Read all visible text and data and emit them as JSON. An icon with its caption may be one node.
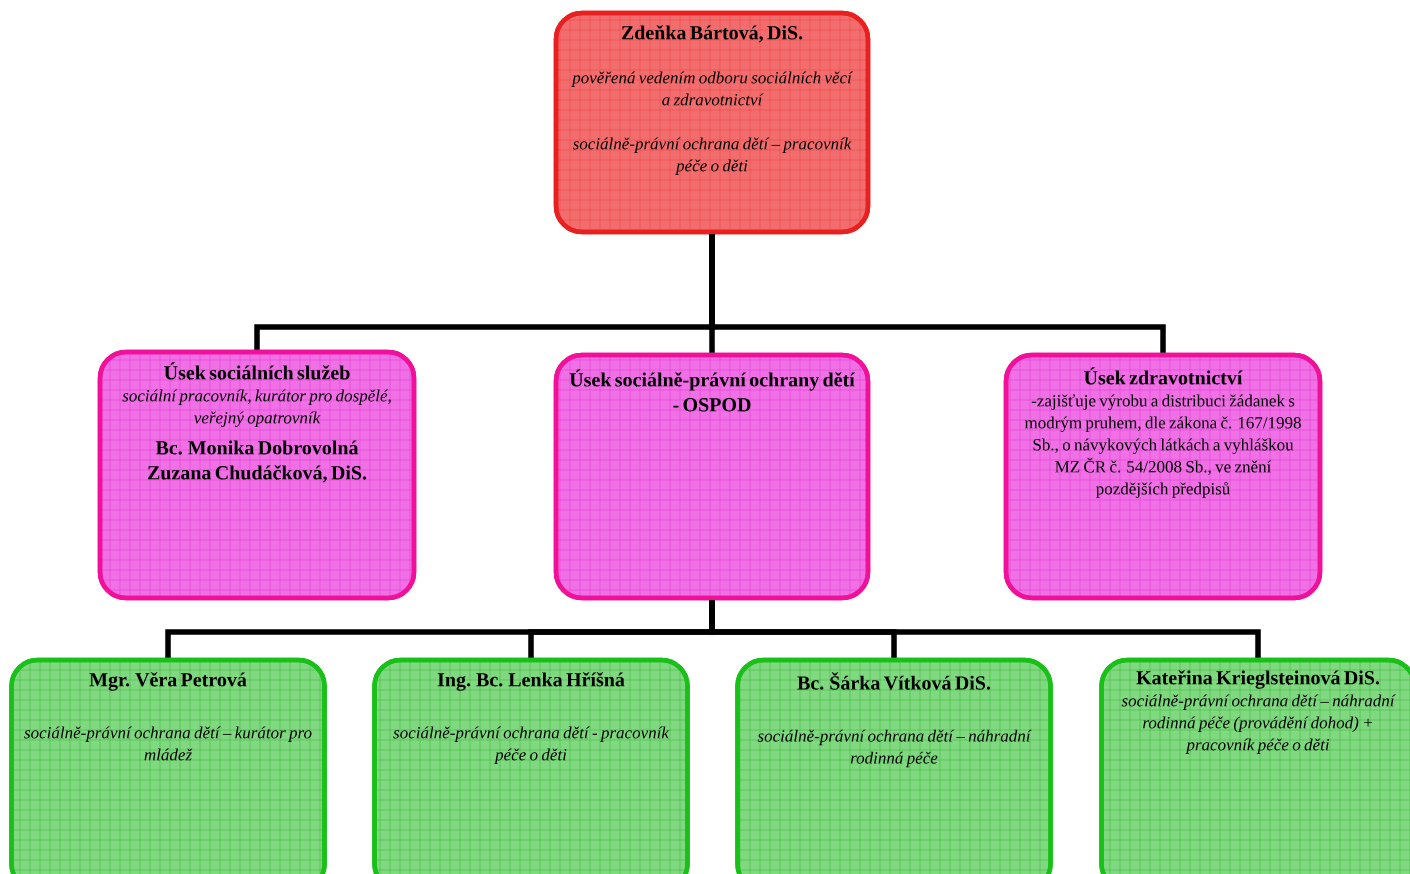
{
  "diagram": {
    "nodes": [
      {
        "text": [
          "Zdeňka Bártová, DiS.",
          "pověřená vedením odboru sociálních věcí a zdravotnictví",
          "sociálně-právní ochrana dětí – pracovník péče o děti"
        ]
      },
      {
        "text": [
          "Úsek sociálních služeb",
          "sociální pracovník, kurátor pro dospělé, veřejný opatrovník",
          "Bc. Monika Dobrovolná",
          "Zuzana Chudáčková, DiS."
        ]
      },
      {
        "text": [
          "Úsek sociálně-právní ochrany dětí - OSPOD"
        ]
      },
      {
        "text": [
          "Úsek zdravotnictví",
          "-zajišťuje výrobu a distribuci žádanek s modrým pruhem, dle zákona č. 167/1998 Sb., o návykových látkách  a vyhláškou MZ ČR č. 54/2008 Sb., ve znění pozdějších předpisů"
        ]
      },
      {
        "text": [
          "Mgr. Věra Petrová",
          "sociálně-právní ochrana dětí – kurátor pro mládež"
        ]
      },
      {
        "text": [
          "Ing. Bc. Lenka Hříšná",
          "sociálně-právní ochrana dětí - pracovník péče o děti"
        ]
      },
      {
        "text": [
          "Bc. Šárka Vítková DiS.",
          "sociálně-právní ochrana dětí – náhradní rodinná péče"
        ]
      },
      {
        "text": [
          "Kateřina Krieglsteinová DiS.",
          "sociálně-právní ochrana dětí – náhradní rodinná péče (provádění dohod) + pracovník péče o děti"
        ]
      }
    ],
    "edges": [
      {
        "from": 0,
        "to": 1,
        "arrow": "none"
      },
      {
        "from": 0,
        "to": 2,
        "arrow": "none"
      },
      {
        "from": 0,
        "to": 3,
        "arrow": "none"
      },
      {
        "from": 2,
        "to": 4,
        "arrow": "none"
      },
      {
        "from": 2,
        "to": 5,
        "arrow": "none"
      },
      {
        "from": 2,
        "to": 6,
        "arrow": "none"
      },
      {
        "from": 2,
        "to": 7,
        "arrow": "none"
      }
    ]
  }
}
